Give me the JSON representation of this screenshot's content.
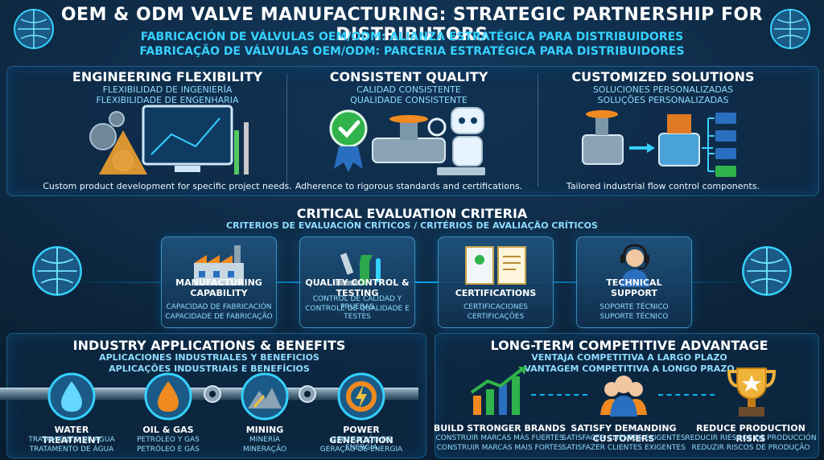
{
  "header": {
    "title": "OEM & ODM VALVE MANUFACTURING: STRATEGIC PARTNERSHIP FOR DISTRIBUTORS",
    "subtitle_es": "FABRICACIÓN DE VÁLVULAS OEM/ODM: ALIANZA ESTRATÉGICA PARA DISTRIBUIDORES",
    "subtitle_pt": "FABRICAÇÃO DE VÁLVULAS OEM/ODM: PARCERIA ESTRATÉGICA PARA DISTRIBUIDORES"
  },
  "features": [
    {
      "title": "ENGINEERING FLEXIBILITY",
      "es": "FLEXIBILIDAD DE INGENIERÍA",
      "pt": "FLEXIBILIDADE DE ENGENHARIA",
      "desc": "Custom product development for specific project needs.",
      "icon": "gears-monitor-icon"
    },
    {
      "title": "CONSISTENT QUALITY",
      "es": "CALIDAD CONSISTENTE",
      "pt": "QUALIDADE CONSISTENTE",
      "desc": "Adherence to rigorous standards and certifications.",
      "icon": "robot-valve-icon"
    },
    {
      "title": "CUSTOMIZED SOLUTIONS",
      "es": "SOLUCIONES PERSONALIZADAS",
      "pt": "SOLUÇÕES PERSONALIZADAS",
      "desc": "Tailored industrial flow control components.",
      "icon": "valves-flow-icon"
    }
  ],
  "criteria": {
    "title": "CRITICAL EVALUATION CRITERIA",
    "subtitle": "CRITERIOS DE EVALUACIÓN CRÍTICOS / CRITÉRIOS DE AVALIAÇÃO CRÍTICOS",
    "items": [
      {
        "title": "MANUFACTURING CAPABILITY",
        "es": "CAPACIDAD DE FABRICACIÓN",
        "pt": "CAPACIDADE DE FABRICAÇÃO",
        "icon": "factory-icon"
      },
      {
        "title": "QUALITY CONTROL & TESTING",
        "es": "CONTROL DE CALIDAD Y PRUEBAS",
        "pt": "CONTROLE DE QUALIDADE E TESTES",
        "icon": "microscope-icon"
      },
      {
        "title": "CERTIFICATIONS",
        "es": "CERTIFICACIONES",
        "pt": "CERTIFICAÇÕES",
        "icon": "certificate-icon"
      },
      {
        "title": "TECHNICAL SUPPORT",
        "es": "SOPORTE TÉCNICO",
        "pt": "SUPORTE TÉCNICO",
        "icon": "headset-icon"
      }
    ]
  },
  "industries": {
    "title": "INDUSTRY APPLICATIONS & BENEFITS",
    "es": "APLICACIONES INDUSTRIALES Y BENEFICIOS",
    "pt": "APLICAÇÕES INDUSTRIAIS E BENEFÍCIOS",
    "items": [
      {
        "name": "WATER TREATMENT",
        "es": "TRATAMIENTO DE AGUA",
        "pt": "TRATAMENTO DE ÁGUA",
        "icon": "water-drop-icon"
      },
      {
        "name": "OIL & GAS",
        "es": "PETRÓLEO Y GAS",
        "pt": "PETRÓLEO E GÁS",
        "icon": "oil-drop-icon"
      },
      {
        "name": "MINING",
        "es": "MINERÍA",
        "pt": "MINERAÇÃO",
        "icon": "mountain-icon"
      },
      {
        "name": "POWER GENERATION",
        "es": "GENERACIÓN DE ENERGÍA",
        "pt": "GERAÇÃO DE ENERGIA",
        "icon": "power-gear-icon"
      }
    ]
  },
  "advantage": {
    "title": "LONG-TERM COMPETITIVE ADVANTAGE",
    "es": "VENTAJA COMPETITIVA A LARGO PLAZO",
    "pt": "VANTAGEM COMPETITIVA A LONGO PRAZO",
    "items": [
      {
        "name": "BUILD STRONGER BRANDS",
        "es": "CONSTRUIR MARCAS MÁS FUERTES",
        "pt": "CONSTRUIR MARCAS MAIS FORTES",
        "icon": "chart-up-icon"
      },
      {
        "name": "SATISFY DEMANDING CUSTOMERS",
        "es": "SATISFACER CLIENTES EXIGENTES",
        "pt": "SATISFAZER CLIENTES EXIGENTES",
        "icon": "people-icon"
      },
      {
        "name": "REDUCE PRODUCTION RISKS",
        "es": "REDUCIR RIESGOS DE PRODUCCIÓN",
        "pt": "REDUZIR RISCOS DE PRODUÇÃO",
        "icon": "trophy-icon"
      }
    ]
  },
  "colors": {
    "accent": "#35d1ff",
    "panel": "#0e2c48",
    "bg": "#0b2238"
  }
}
